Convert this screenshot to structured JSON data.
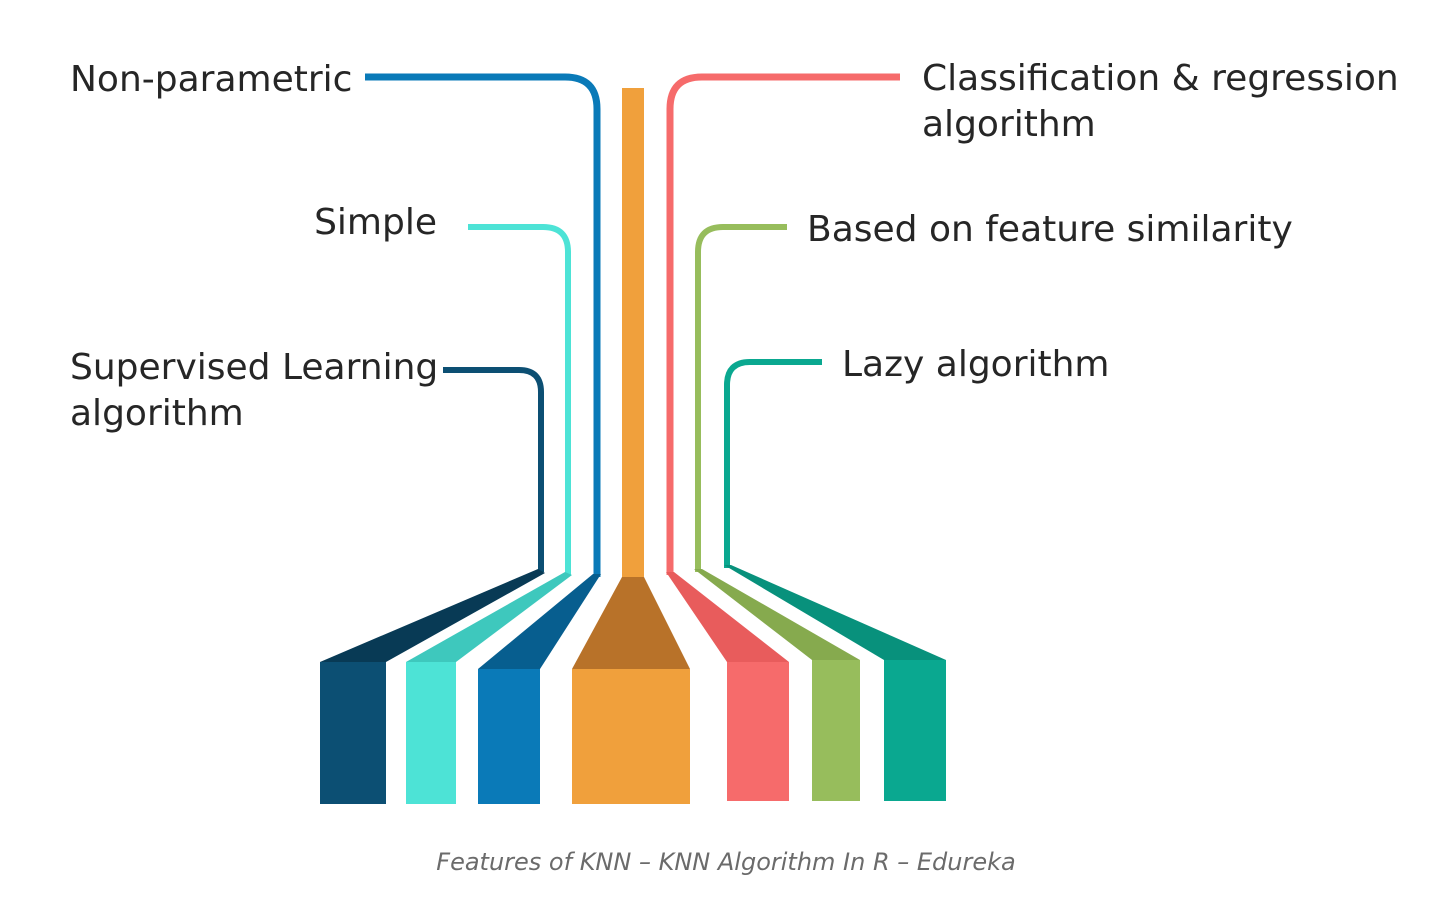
{
  "diagram": {
    "features": [
      {
        "id": "non-parametric",
        "lines": [
          "Non-parametric"
        ],
        "color": "#0a7ab8"
      },
      {
        "id": "simple",
        "lines": [
          "Simple"
        ],
        "color": "#4de3d6"
      },
      {
        "id": "supervised-learning",
        "lines": [
          "Supervised Learning",
          "algorithm"
        ],
        "color": "#0c4f73"
      },
      {
        "id": "classification-regression",
        "lines": [
          "Classification & regression",
          "algorithm"
        ],
        "color": "#f66b6b"
      },
      {
        "id": "feature-similarity",
        "lines": [
          "Based on feature similarity"
        ],
        "color": "#97bd5c"
      },
      {
        "id": "lazy-algorithm",
        "lines": [
          "Lazy algorithm"
        ],
        "color": "#0aa890"
      }
    ],
    "center": {
      "color": "#f0a03c",
      "shade": "#b87229"
    },
    "caption": "Features of KNN – KNN Algorithm In R – Edureka"
  }
}
